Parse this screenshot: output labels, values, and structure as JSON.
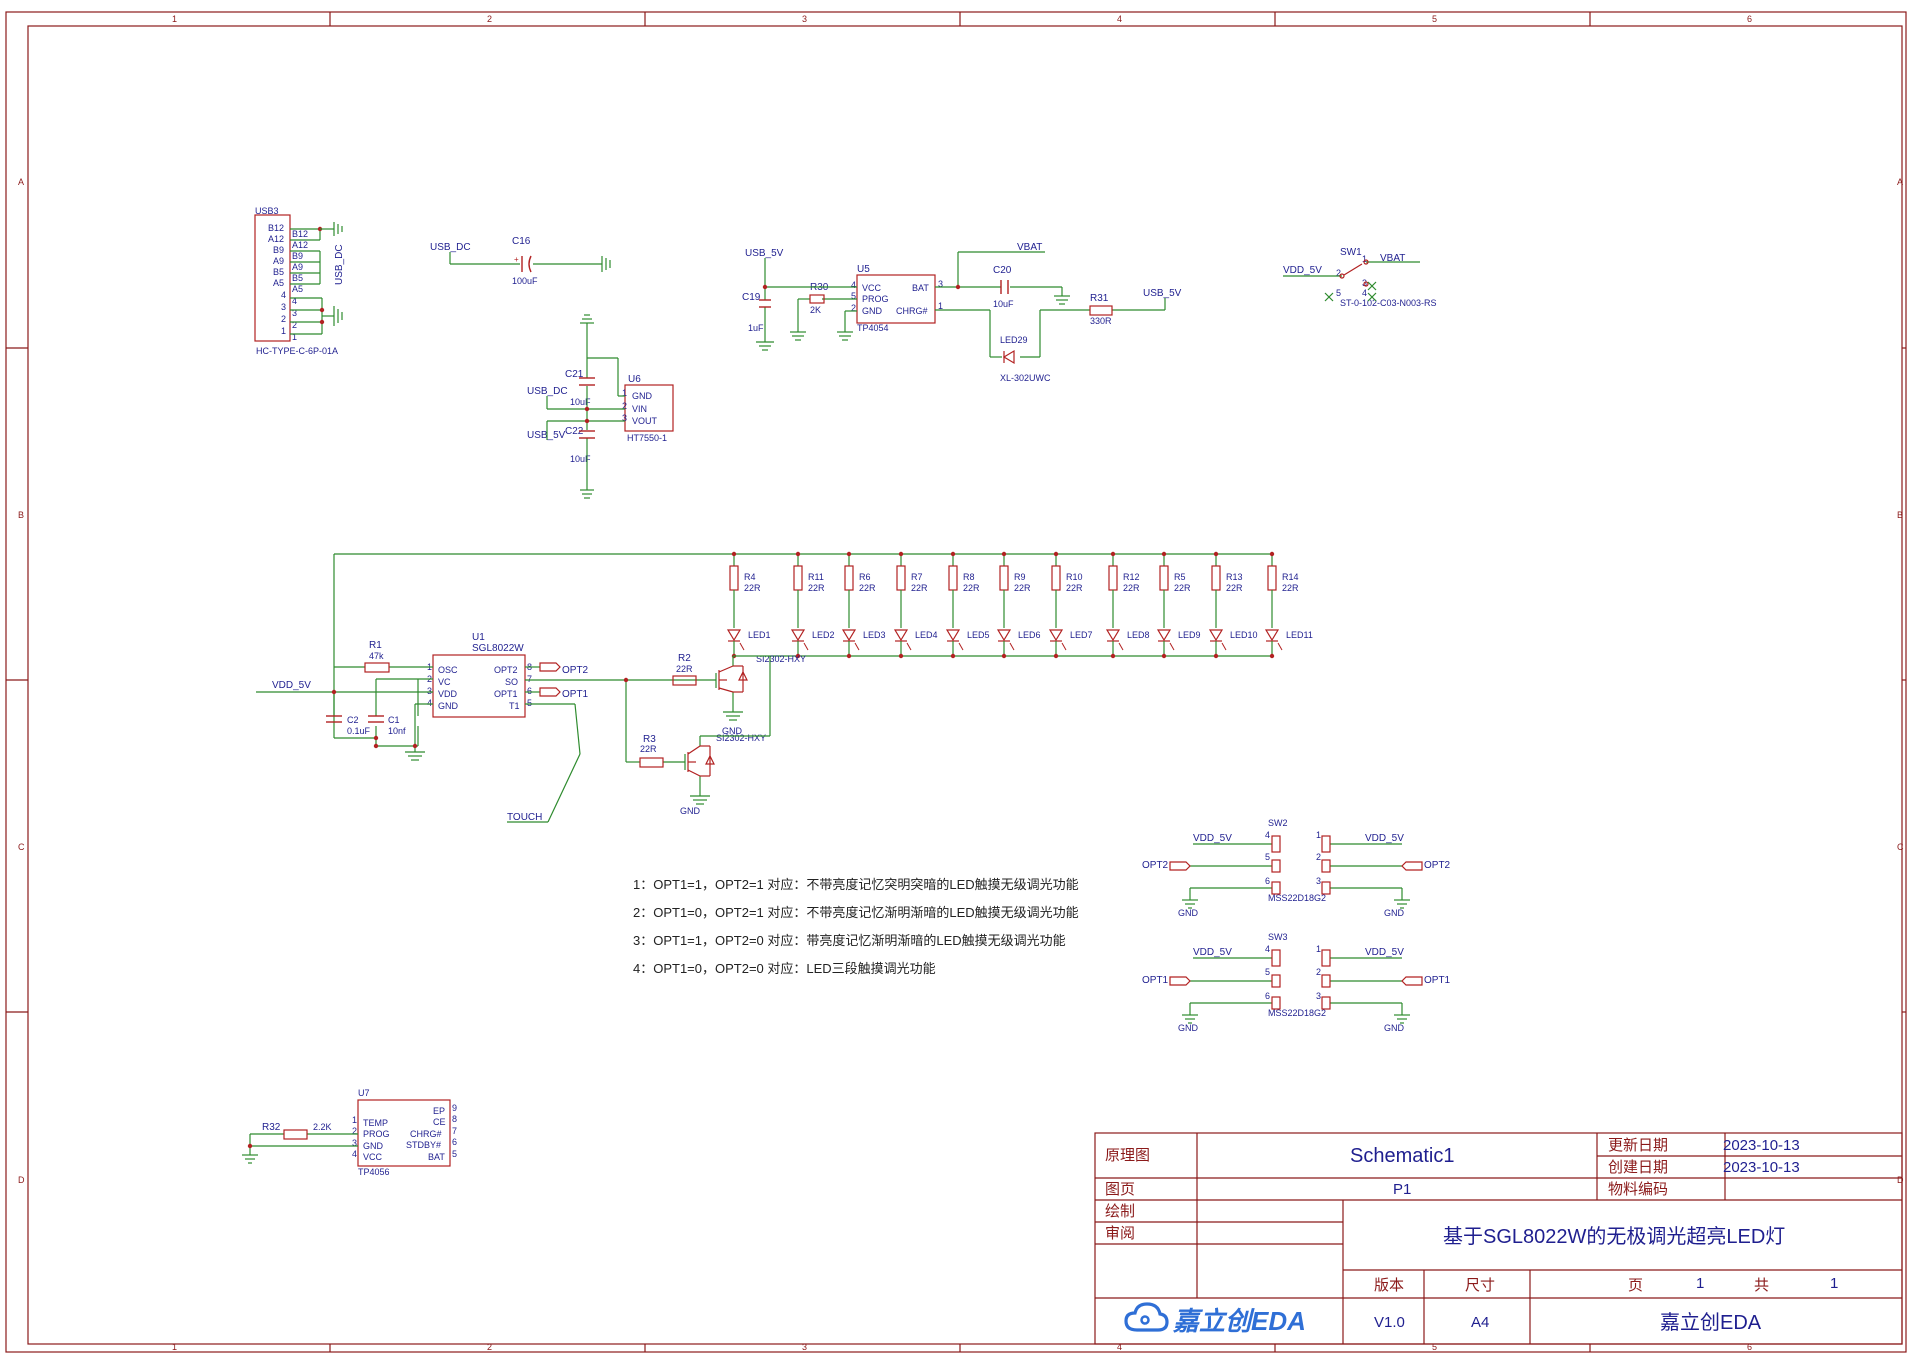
{
  "border_labels": {
    "cols": [
      "1",
      "2",
      "3",
      "4",
      "5",
      "6"
    ],
    "rows": [
      "A",
      "B",
      "C",
      "D"
    ]
  },
  "title_block": {
    "label_schematic": "原理图",
    "schematic_name": "Schematic1",
    "label_updated": "更新日期",
    "updated_date": "2023-10-13",
    "label_created": "创建日期",
    "created_date": "2023-10-13",
    "label_page": "图页",
    "page_name": "P1",
    "label_material": "物料编码",
    "label_drawn": "绘制",
    "label_review": "审阅",
    "project_title": "基于SGL8022W的无极调光超亮LED灯",
    "label_version": "版本",
    "label_size": "尺寸",
    "label_pg": "页",
    "page_num": "1",
    "label_total": "共",
    "page_total": "1",
    "logo_text": "嘉立创EDA",
    "version": "V1.0",
    "size": "A4",
    "company": "嘉立创EDA"
  },
  "notes": [
    "1：OPT1=1，OPT2=1 对应：不带亮度记忆突明突暗的LED触摸无级调光功能",
    "2：OPT1=0，OPT2=1 对应：不带亮度记忆渐明渐暗的LED触摸无级调光功能",
    "3：OPT1=1，OPT2=0 对应：带亮度记忆渐明渐暗的LED触摸无级调光功能",
    "4：OPT1=0，OPT2=0 对应：LED三段触摸调光功能"
  ],
  "usb": {
    "ref": "USB3",
    "part": "HC-TYPE-C-6P-01A",
    "net": "USB_DC",
    "pins_left": [
      "B12",
      "A12",
      "B9",
      "A9",
      "B5",
      "A5",
      "4",
      "3",
      "2",
      "1"
    ],
    "pins_inner": [
      "B12",
      "A12",
      "B9",
      "A9",
      "B5",
      "A5",
      "4",
      "3",
      "2",
      "1"
    ]
  },
  "c16": {
    "ref": "C16",
    "value": "100uF",
    "net": "USB_DC"
  },
  "u6": {
    "ref": "U6",
    "part": "HT7550-1",
    "pins": [
      "GND",
      "VIN",
      "VOUT"
    ],
    "nums": [
      "1",
      "2",
      "3"
    ],
    "c21": "C21",
    "c21v": "10uF",
    "c22": "C22",
    "c22v": "10uF",
    "net_in": "USB_DC",
    "net_out": "USB_5V"
  },
  "u5": {
    "ref": "U5",
    "part": "TP4054",
    "pins_left": [
      "VCC",
      "PROG",
      "GND"
    ],
    "nums_left": [
      "4",
      "5",
      "2"
    ],
    "pins_right": [
      "BAT",
      "CHRG#"
    ],
    "nums_right": [
      "3",
      "1"
    ],
    "net_in": "USB_5V",
    "c19": "C19",
    "c19v": "1uF",
    "r30": "R30",
    "r30v": "2K",
    "net_bat": "VBAT",
    "c20": "C20",
    "c20v": "10uF",
    "r31": "R31",
    "r31v": "330R",
    "net_r31": "USB_5V",
    "led": "LED29",
    "led_part": "XL-302UWC"
  },
  "sw1": {
    "ref": "SW1",
    "part": "ST-0-102-C03-N003-RS",
    "net_left": "VDD_5V",
    "net_right": "VBAT",
    "p1": "1",
    "p2": "2",
    "p3": "3",
    "p4": "4",
    "p5": "5"
  },
  "u1": {
    "ref": "U1",
    "part": "SGL8022W",
    "pins_left": [
      "OSC",
      "VC",
      "VDD",
      "GND"
    ],
    "nums_left": [
      "1",
      "2",
      "3",
      "4"
    ],
    "pins_right": [
      "OPT2",
      "SO",
      "OPT1",
      "T1"
    ],
    "nums_right": [
      "8",
      "7",
      "6",
      "5"
    ],
    "r1": "R1",
    "r1v": "47k",
    "c2": "C2",
    "c2v": "0.1uF",
    "c1": "C1",
    "c1v": "10nf",
    "net_vdd": "VDD_5V",
    "net_opt2": "OPT2",
    "net_opt1": "OPT1",
    "net_touch": "TOUCH"
  },
  "driver": {
    "r2": "R2",
    "r2v": "22R",
    "r3": "R3",
    "r3v": "22R",
    "q1": "SI2302-HXY",
    "q2": "SI2302-HXY",
    "gnd": "GND"
  },
  "leds": [
    {
      "r": "R4",
      "rv": "22R",
      "led": "LED1"
    },
    {
      "r": "R11",
      "rv": "22R",
      "led": "LED2"
    },
    {
      "r": "R6",
      "rv": "22R",
      "led": "LED3"
    },
    {
      "r": "R7",
      "rv": "22R",
      "led": "LED4"
    },
    {
      "r": "R8",
      "rv": "22R",
      "led": "LED5"
    },
    {
      "r": "R9",
      "rv": "22R",
      "led": "LED6"
    },
    {
      "r": "R10",
      "rv": "22R",
      "led": "LED7"
    },
    {
      "r": "R12",
      "rv": "22R",
      "led": "LED8"
    },
    {
      "r": "R5",
      "rv": "22R",
      "led": "LED9"
    },
    {
      "r": "R13",
      "rv": "22R",
      "led": "LED10"
    },
    {
      "r": "R14",
      "rv": "22R",
      "led": "LED11"
    }
  ],
  "sw2": {
    "ref": "SW2",
    "part": "MSS22D18G2",
    "net_l": "VDD_5V",
    "net_r": "VDD_5V",
    "opt": "OPT2",
    "gnd": "GND",
    "pins": [
      "4",
      "5",
      "6",
      "1",
      "2",
      "3"
    ]
  },
  "sw3": {
    "ref": "SW3",
    "part": "MSS22D18G2",
    "net_l": "VDD_5V",
    "net_r": "VDD_5V",
    "opt": "OPT1",
    "gnd": "GND",
    "pins": [
      "4",
      "5",
      "6",
      "1",
      "2",
      "3"
    ]
  },
  "u7": {
    "ref": "U7",
    "part": "TP4056",
    "pins_left": [
      "TEMP",
      "PROG",
      "GND",
      "VCC"
    ],
    "nums_left": [
      "1",
      "2",
      "3",
      "4"
    ],
    "pins_right": [
      "EP",
      "CE",
      "CHRG#",
      "STDBY#",
      "BAT"
    ],
    "nums_right": [
      "9",
      "8",
      "7",
      "6",
      "5"
    ],
    "r32": "R32",
    "r32v": "2.2K"
  },
  "colors": {
    "wire": "#2e8b2e",
    "component": "#b22222",
    "label": "#1f1f8f",
    "border": "#8b1a1a"
  }
}
